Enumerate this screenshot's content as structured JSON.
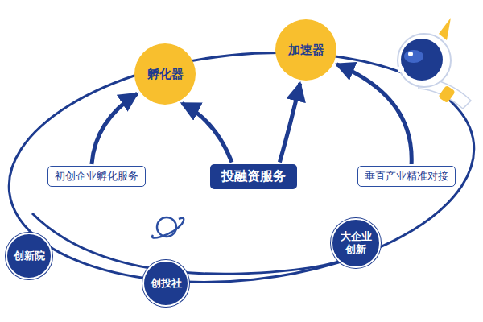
{
  "diagram": {
    "nodes": [
      {
        "text": [
          "孵化器"
        ]
      },
      {
        "text": [
          "加速器"
        ]
      },
      {
        "text": [
          "初创企业孵化服务"
        ]
      },
      {
        "text": [
          "投融资服务"
        ]
      },
      {
        "text": [
          "垂直产业精准对接"
        ]
      },
      {
        "text": [
          "创新院"
        ]
      },
      {
        "text": [
          "创投社"
        ]
      },
      {
        "text": [
          "大企业 创新"
        ]
      }
    ],
    "edges": [
      {
        "from": 2,
        "to": 0,
        "arrow": "to"
      },
      {
        "from": 3,
        "to": 0,
        "arrow": "to"
      },
      {
        "from": 3,
        "to": 1,
        "arrow": "to"
      },
      {
        "from": 4,
        "to": 1,
        "arrow": "to"
      }
    ]
  }
}
